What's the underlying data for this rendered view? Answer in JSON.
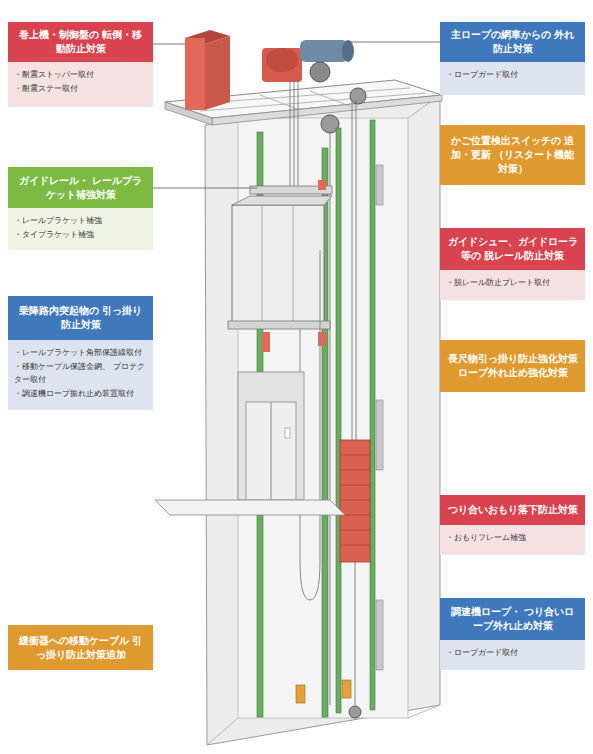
{
  "diagram": {
    "nodes": [
      {
        "text": [
          "巻上機・制御盤の 転倒・移動防止対策",
          "・耐震ストッパー取付",
          "・耐震ステー取付"
        ]
      },
      {
        "text": [
          "主ロープの網車からの 外れ防止対策",
          "・ロープガード取付"
        ]
      },
      {
        "text": [
          "かご位置検出スイッチの 追加・更新 （リスタート機能対策）"
        ]
      },
      {
        "text": [
          "ガイドレール・ レールブラケット補強対策",
          "・レールブラケット補強",
          "・タイブラケット補強"
        ]
      },
      {
        "text": [
          "ガイドシュー、ガイドローラ等の 脱レール防止対策",
          "・脱レール防止プレート取付"
        ]
      },
      {
        "text": [
          "乗降路内突起物の 引っ掛り防止対策",
          "・レールブラケット角部保護線取付",
          "・移動ケーブル保護金網、 プロテクター取付",
          "・調速機ロープ振れ止め装置取付"
        ]
      },
      {
        "text": [
          "長尺物引っ掛り防止強化対策 ロープ外れ止め強化対策"
        ]
      },
      {
        "text": [
          "つり合いおもり落下防止対策",
          "・おもりフレーム補強"
        ]
      },
      {
        "text": [
          "調速機ロープ・ つり合いロープ外れ止め対策",
          "・ロープガード取付"
        ]
      },
      {
        "text": [
          "緩衝器への移動ケーブル 引っ掛り防止対策追加"
        ]
      }
    ]
  }
}
